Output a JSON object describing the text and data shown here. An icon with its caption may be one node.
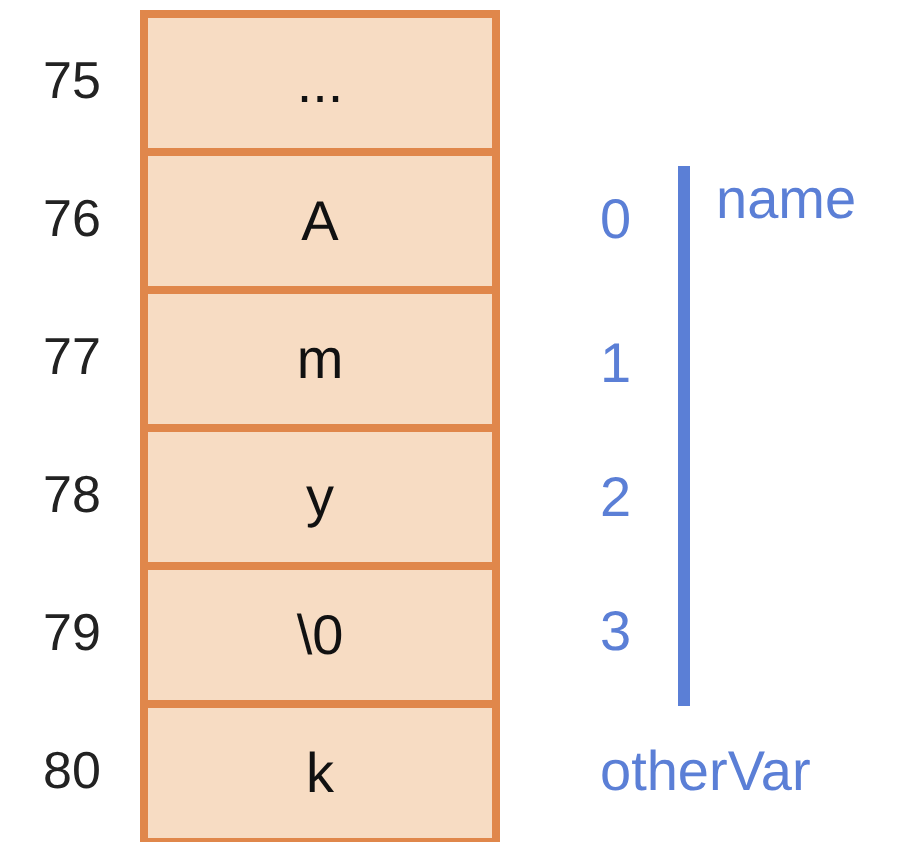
{
  "diagram": {
    "nodes": [
      {
        "text": [
          "..."
        ],
        "beside": [
          "75"
        ]
      },
      {
        "text": [
          "A"
        ],
        "beside": [
          "76"
        ]
      },
      {
        "text": [
          "m"
        ],
        "beside": [
          "77"
        ]
      },
      {
        "text": [
          "y"
        ],
        "beside": [
          "78"
        ]
      },
      {
        "text": [
          "\\0"
        ],
        "beside": [
          "79"
        ]
      },
      {
        "text": [
          "k"
        ],
        "beside": [
          "80"
        ]
      }
    ],
    "labels": [
      "0",
      "name",
      "1",
      "2",
      "3",
      "otherVar"
    ]
  }
}
